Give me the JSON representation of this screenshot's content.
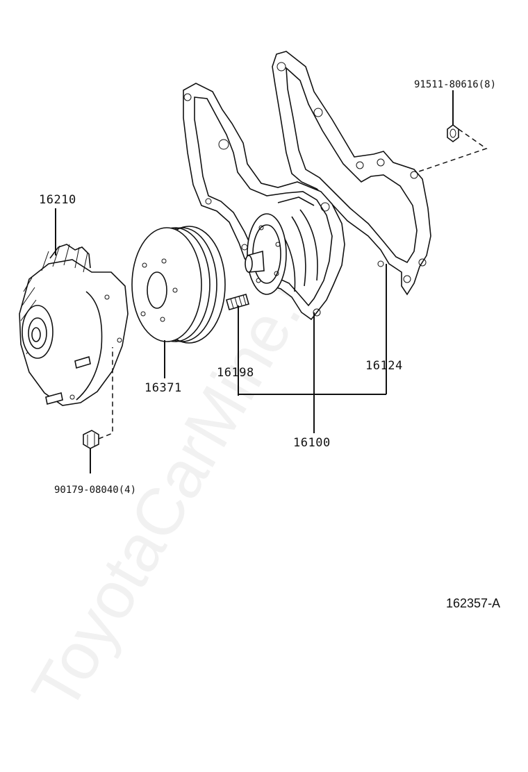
{
  "watermark": "ToyotaCarMine.ru",
  "diagram_ref": "162357-A",
  "parts": {
    "fan_clutch": "16210",
    "pulley": "16371",
    "stud": "16198",
    "gasket": "16124",
    "water_pump": "16100",
    "nut_a": "90179-08040(4)",
    "nut_b": "91511-80616(8)"
  }
}
